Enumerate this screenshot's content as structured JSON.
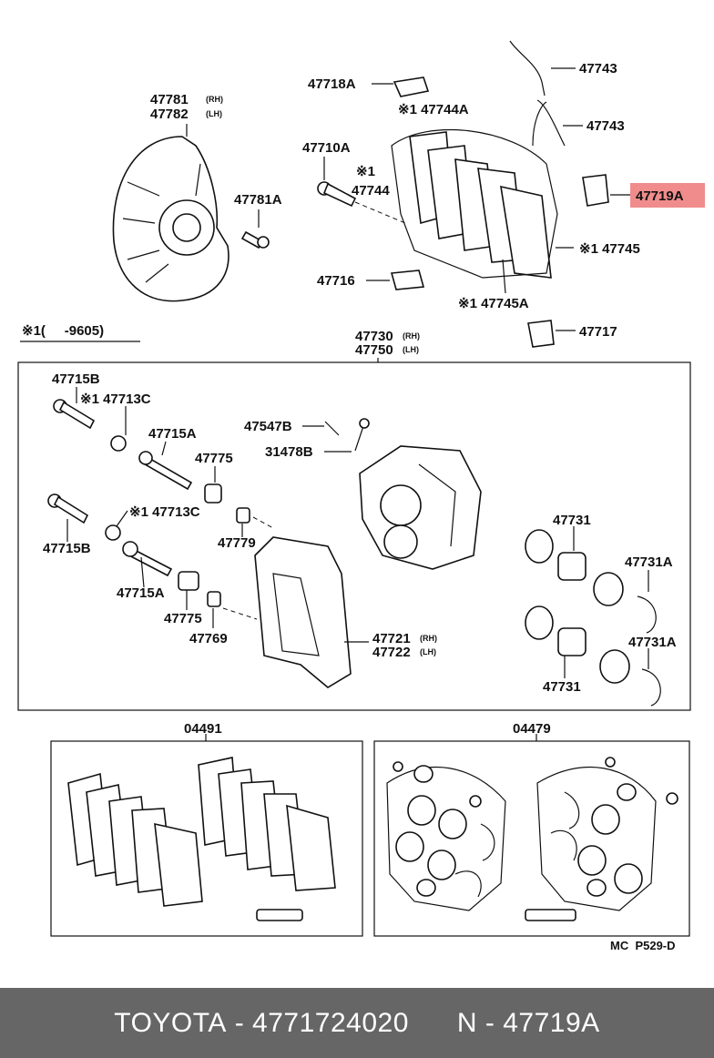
{
  "labels": {
    "p47743a": "47743",
    "p47743b": "47743",
    "p47718A": "47718A",
    "p47744A": "※1 47744A",
    "p47781": "47781",
    "p47782": "47782",
    "rh1": "(RH)",
    "lh1": "(LH)",
    "p47710A": "47710A",
    "s1": "※1",
    "p47744": "47744",
    "p47719A": "47719A",
    "p47781A": "47781A",
    "p47745": "※1 47745",
    "p47716": "47716",
    "p47745A": "※1 47745A",
    "note": "※1(     -9605)",
    "p47730": "47730",
    "rh2": "(RH)",
    "p47750": "47750",
    "lh2": "(LH)",
    "p47717": "47717",
    "p47715B_1": "47715B",
    "p47713C_1": "※1 47713C",
    "p47547B": "47547B",
    "p47715A_1": "47715A",
    "p31478B": "31478B",
    "p47775_1": "47775",
    "p47713C_2": "※1 47713C",
    "p47715B_2": "47715B",
    "p47779": "47779",
    "p47731_1": "47731",
    "p47715A_2": "47715A",
    "p47731A_1": "47731A",
    "p47775_2": "47775",
    "p47721": "47721",
    "rh3": "(RH)",
    "p47769": "47769",
    "p47722": "47722",
    "lh3": "(LH)",
    "p47731A_2": "47731A",
    "p47731_2": "47731",
    "p04491": "04491",
    "p04479": "04479",
    "code": "MC  P529-D"
  },
  "highlight_color": "#f08c8c",
  "footer": {
    "brand": "TOYOTA",
    "part_number": "4771724020",
    "ref": "N - 47719A"
  }
}
